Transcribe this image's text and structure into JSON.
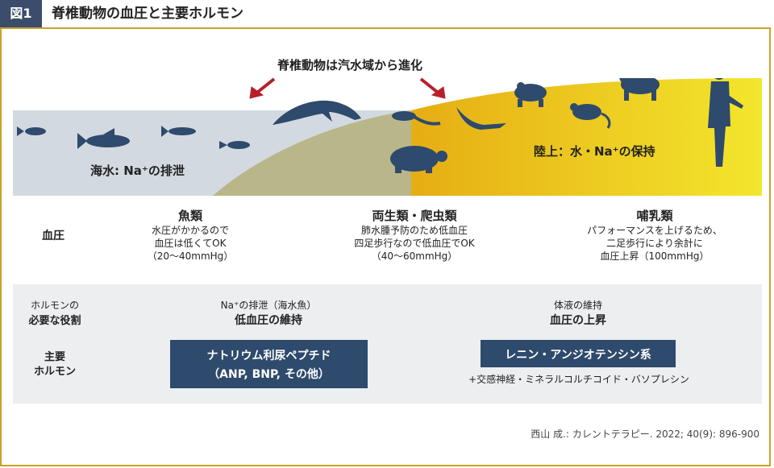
{
  "header": {
    "fig_label": "図1",
    "title": "脊椎動物の血圧と主要ホルモン"
  },
  "scene": {
    "evolution_note": "脊椎動物は汽水域から進化",
    "sea_label": "海水: Na⁺の排泄",
    "land_label": "陸上：水・Na⁺の保持",
    "colors": {
      "sea": "#d3d9e0",
      "land_start": "#e9b21a",
      "land_end": "#f2e22a",
      "brackish": "#b9b78a",
      "animal": "#2e4a6c",
      "arrow": "#b7202a"
    }
  },
  "blood_pressure": {
    "row_label": "血圧",
    "groups": [
      {
        "name": "魚類",
        "lines": [
          "水圧がかかるので",
          "血圧は低くてOK",
          "（20〜40mmHg）"
        ]
      },
      {
        "name": "両生類・爬虫類",
        "lines": [
          "肺水腫予防のため低血圧",
          "四足歩行なので低血圧でOK",
          "（40〜60mmHg）"
        ]
      },
      {
        "name": "哺乳類",
        "lines": [
          "パフォーマンスを上げるため、",
          "二足歩行により余計に",
          "血圧上昇（100mmHg）"
        ]
      }
    ]
  },
  "hormones": {
    "role_label_1": "ホルモンの",
    "role_label_2": "必要な役割",
    "main_label_1": "主要",
    "main_label_2": "ホルモン",
    "left": {
      "role_small": "Na⁺の排泄（海水魚）",
      "role_bold": "低血圧の維持",
      "box_line1": "ナトリウム利尿ペプチド",
      "box_line2": "（ANP, BNP, その他）"
    },
    "right": {
      "role_small": "体液の維持",
      "role_bold": "血圧の上昇",
      "box_line1": "レニン・アンジオテンシン系",
      "note": "+交感神経・ミネラルコルチコイド・バソプレシン"
    }
  },
  "source": "西山 成.: カレントテラピー. 2022; 40(9): 896-900"
}
